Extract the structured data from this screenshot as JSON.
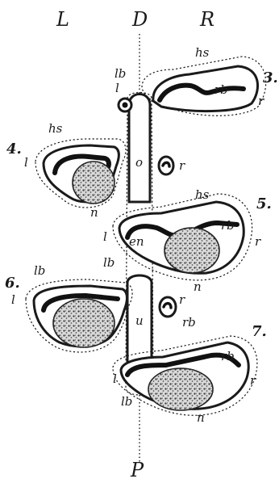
{
  "figure": {
    "orientation": {
      "left": "L",
      "right": "R",
      "dorsal": "D",
      "posterior": "P"
    },
    "segment_numbers": {
      "s3": "3.",
      "s4": "4.",
      "s5": "5.",
      "s6": "6.",
      "s7": "7."
    },
    "labels": {
      "hs": "hs",
      "rb": "rb",
      "lb": "lb",
      "l": "l",
      "r": "r",
      "n": "n",
      "o": "o",
      "en": "en",
      "u": "u"
    }
  }
}
